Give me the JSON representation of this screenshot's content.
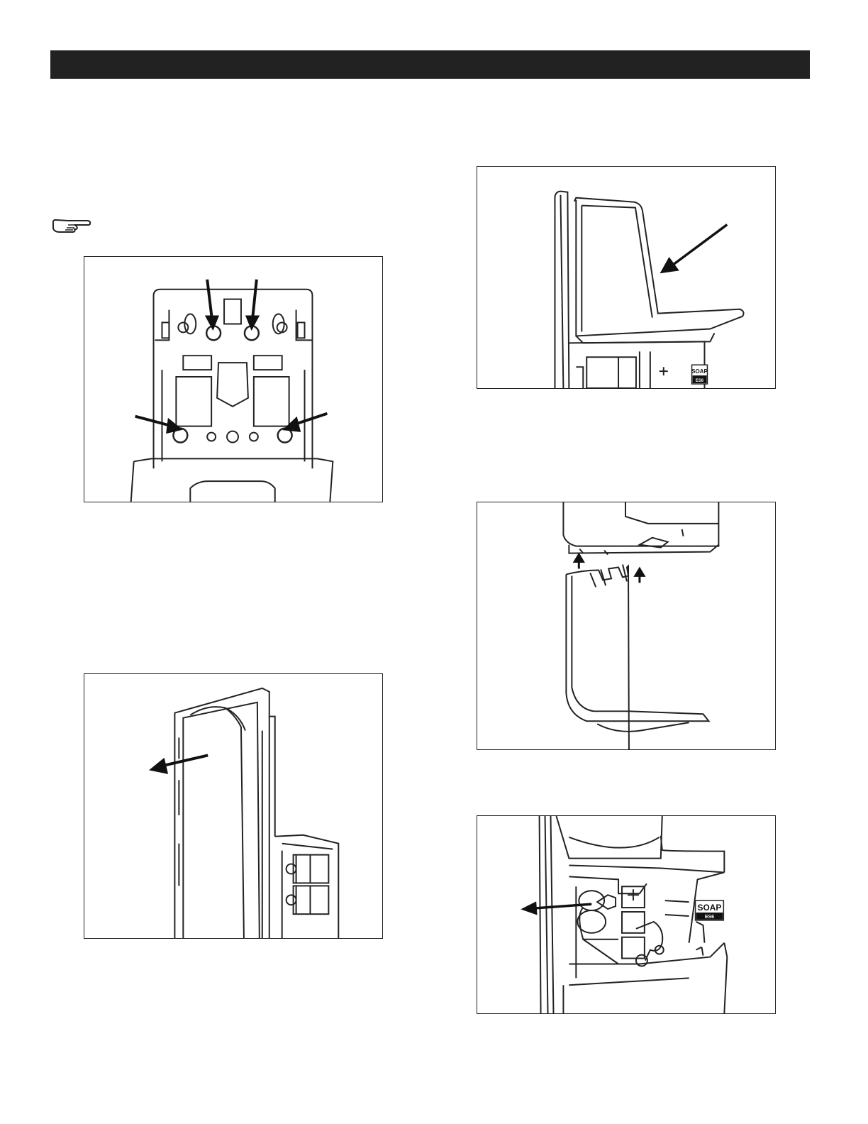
{
  "figures": {
    "shield_install": {
      "soap_label": "SOAP",
      "soap_code": "ES6"
    },
    "refill": {
      "soap_label": "SOAP",
      "soap_code": "ES6"
    }
  }
}
